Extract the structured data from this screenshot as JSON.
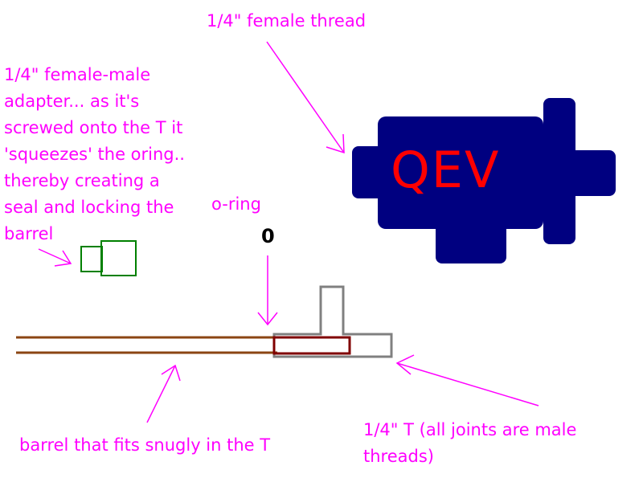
{
  "colors": {
    "annotation": "#ff00ff",
    "qev_body": "#000080",
    "qev_text": "#ff0000",
    "tee": "#808080",
    "barrel": "#8b4513",
    "barrel_insert": "#800000",
    "adapter": "#008000",
    "oring": "#000000"
  },
  "labels": {
    "female_thread": "1/4\" female thread",
    "adapter_lines": [
      "1/4\" female-male",
      "adapter... as it's",
      "screwed onto the T it",
      "'squeezes' the oring..",
      "thereby creating a",
      "seal and locking the",
      "barrel"
    ],
    "oring": "o-ring",
    "oring_symbol": "0",
    "qev": "QEV",
    "barrel": "barrel that fits snugly in the T",
    "tee_lines": [
      "1/4\" T (all joints are male",
      "threads)"
    ]
  }
}
